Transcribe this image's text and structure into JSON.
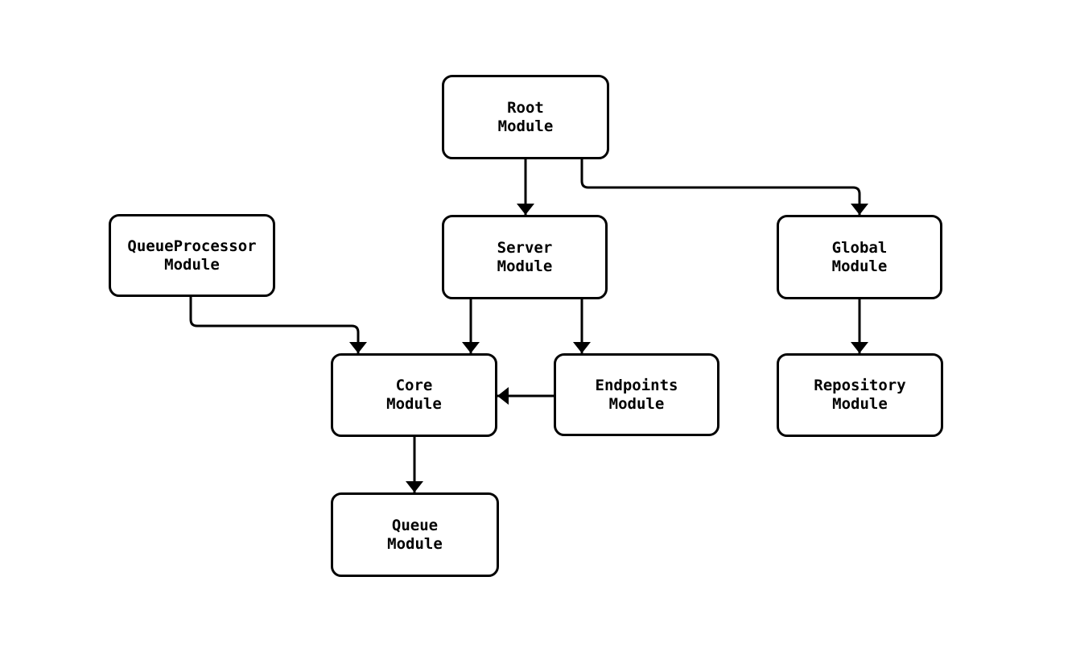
{
  "diagram": {
    "type": "module-dependency-graph",
    "background_color": "#ffffff",
    "node_fill_color": "#ffffff",
    "node_border_color": "#000000",
    "edge_color": "#000000",
    "text_color": "#000000",
    "nodes": [
      {
        "id": "root-module",
        "line1": "Root",
        "line2": "Module"
      },
      {
        "id": "server-module",
        "line1": "Server",
        "line2": "Module"
      },
      {
        "id": "global-module",
        "line1": "Global",
        "line2": "Module"
      },
      {
        "id": "queueprocessor-module",
        "line1": "QueueProcessor",
        "line2": "Module"
      },
      {
        "id": "core-module",
        "line1": "Core",
        "line2": "Module"
      },
      {
        "id": "endpoints-module",
        "line1": "Endpoints",
        "line2": "Module"
      },
      {
        "id": "repository-module",
        "line1": "Repository",
        "line2": "Module"
      },
      {
        "id": "queue-module",
        "line1": "Queue",
        "line2": "Module"
      }
    ],
    "edges": [
      {
        "from": "root-module",
        "to": "server-module"
      },
      {
        "from": "root-module",
        "to": "global-module"
      },
      {
        "from": "queueprocessor-module",
        "to": "core-module"
      },
      {
        "from": "server-module",
        "to": "core-module"
      },
      {
        "from": "server-module",
        "to": "endpoints-module"
      },
      {
        "from": "endpoints-module",
        "to": "core-module"
      },
      {
        "from": "global-module",
        "to": "repository-module"
      },
      {
        "from": "core-module",
        "to": "queue-module"
      }
    ]
  }
}
